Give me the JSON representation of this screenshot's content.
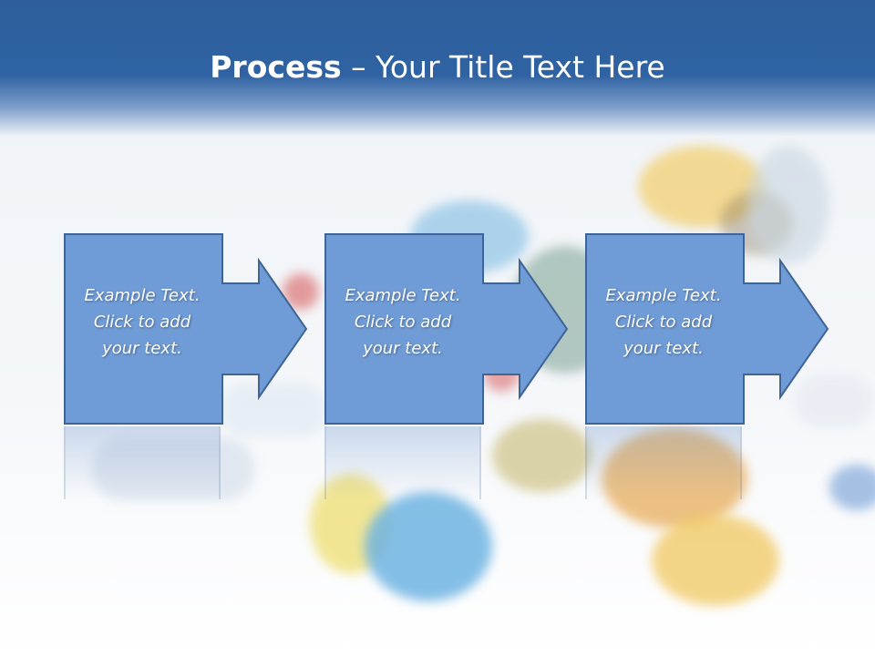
{
  "slide": {
    "title_bold": "Process",
    "title_rest": " – Your Title Text Here"
  },
  "steps": [
    {
      "text": "Example Text.\nClick  to add\nyour text."
    },
    {
      "text": "Example Text.\nClick  to add\nyour text."
    },
    {
      "text": "Example Text.\nClick  to add\nyour text."
    }
  ],
  "colors": {
    "header_blue": "#2f62a2",
    "shape_fill": "#6f9bd6",
    "shape_stroke": "#3f6596",
    "text": "#ffffff"
  }
}
